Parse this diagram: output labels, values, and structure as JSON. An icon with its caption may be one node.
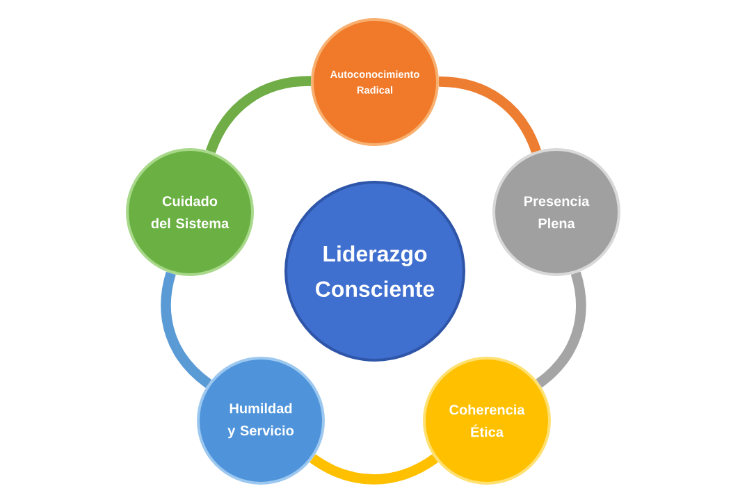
{
  "diagram": {
    "nodes": [
      {
        "text": [
          "Liderazgo Consciente"
        ]
      },
      {
        "text": [
          "Autoconocimiento Radical"
        ]
      },
      {
        "text": [
          "Presencia Plena"
        ]
      },
      {
        "text": [
          "Coherencia Ética"
        ]
      },
      {
        "text": [
          "Humildad y Servicio"
        ]
      },
      {
        "text": [
          "Cuidado del Sistema"
        ]
      }
    ],
    "edges": [
      {
        "from": 1,
        "to": 2,
        "arrow": "none",
        "color": "#ed7d31"
      },
      {
        "from": 2,
        "to": 3,
        "arrow": "none",
        "color": "#a5a5a5"
      },
      {
        "from": 3,
        "to": 4,
        "arrow": "none",
        "color": "#ffc000"
      },
      {
        "from": 4,
        "to": 5,
        "arrow": "none",
        "color": "#5b9bd5"
      },
      {
        "from": 5,
        "to": 1,
        "arrow": "none",
        "color": "#70ad47"
      }
    ]
  }
}
